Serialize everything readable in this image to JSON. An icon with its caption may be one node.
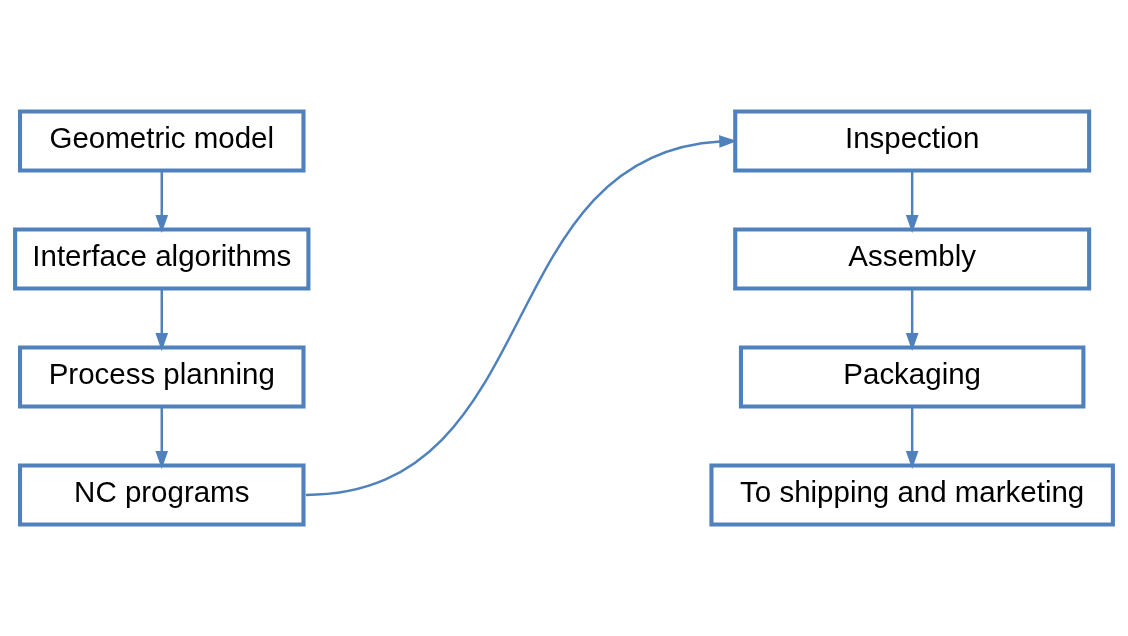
{
  "diagram": {
    "nodes": [
      {
        "text": [
          "Geometric model"
        ]
      },
      {
        "text": [
          "Interface algorithms"
        ]
      },
      {
        "text": [
          "Process planning"
        ]
      },
      {
        "text": [
          "NC programs"
        ]
      },
      {
        "text": [
          "Inspection"
        ]
      },
      {
        "text": [
          "Assembly"
        ]
      },
      {
        "text": [
          "Packaging"
        ]
      },
      {
        "text": [
          "To shipping and marketing"
        ]
      }
    ],
    "edges": [
      {
        "from": 0,
        "to": 1,
        "arrow": "to"
      },
      {
        "from": 1,
        "to": 2,
        "arrow": "to"
      },
      {
        "from": 2,
        "to": 3,
        "arrow": "to"
      },
      {
        "from": 3,
        "to": 4,
        "arrow": "to"
      },
      {
        "from": 4,
        "to": 5,
        "arrow": "to"
      },
      {
        "from": 5,
        "to": 6,
        "arrow": "to"
      },
      {
        "from": 6,
        "to": 7,
        "arrow": "to"
      }
    ]
  }
}
